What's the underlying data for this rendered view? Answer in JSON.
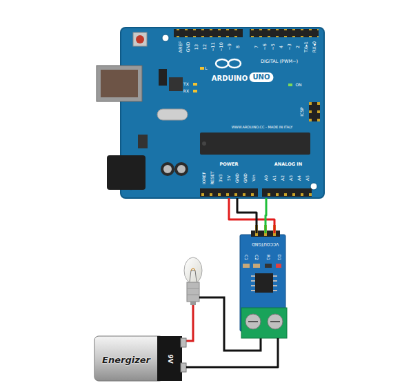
{
  "diagram": {
    "nodes": [
      {
        "text": [
          "ARDUINO",
          "UNO"
        ]
      },
      {
        "text": [
          "VCC",
          "OUT",
          "GND",
          "C1",
          "C2",
          "R1",
          "D1"
        ]
      },
      {
        "text": [
          "Energizer",
          "9V"
        ]
      }
    ],
    "edges": [
      {
        "from": 0,
        "to": 1,
        "arrow": "none"
      },
      {
        "from": 0,
        "to": 1,
        "arrow": "none"
      },
      {
        "from": 0,
        "to": 1,
        "arrow": "none"
      },
      {
        "from": 2,
        "to": 1,
        "arrow": "none"
      }
    ],
    "labels": [
      "AREF",
      "GND",
      "13",
      "12",
      "~11",
      "~10",
      "~9",
      "8",
      "7",
      "~6",
      "~5",
      "4",
      "~3",
      "2",
      "TX▸1",
      "RX◂0",
      "DIGITAL (PWM~)",
      "TX",
      "RX",
      "L",
      "ON",
      "ICSP",
      "WWW.ARDUINO.CC - MADE IN ITALY",
      "IOREF",
      "RESET",
      "3V3",
      "5V",
      "GND",
      "GND",
      "Vin",
      "A0",
      "A1",
      "A2",
      "A3",
      "A4",
      "A5",
      "POWER",
      "ANALOG IN"
    ]
  }
}
